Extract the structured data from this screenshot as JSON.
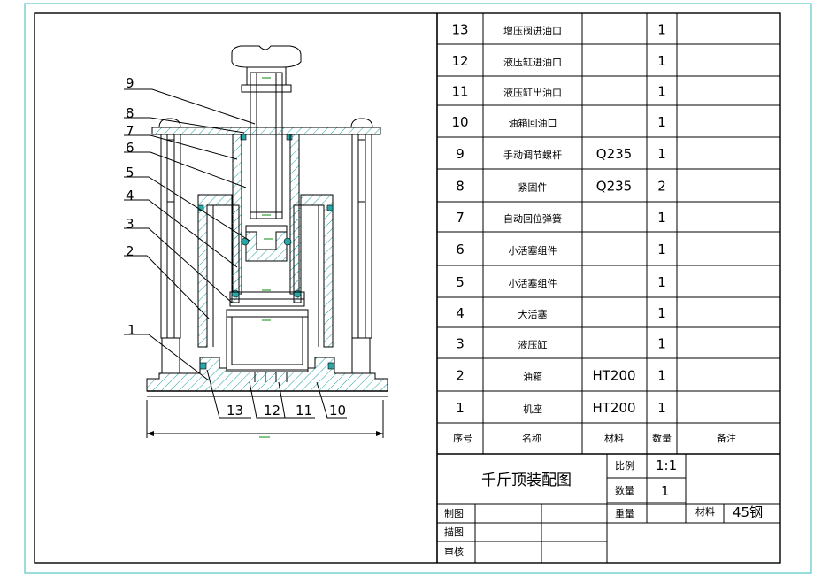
{
  "balloons": [
    "1",
    "2",
    "3",
    "4",
    "5",
    "6",
    "7",
    "8",
    "9",
    "10",
    "11",
    "12",
    "13"
  ],
  "bom": [
    {
      "no": "13",
      "name": "增压阀进油口",
      "material": "",
      "qty": "1",
      "note": ""
    },
    {
      "no": "12",
      "name": "液压缸进油口",
      "material": "",
      "qty": "1",
      "note": ""
    },
    {
      "no": "11",
      "name": "液压缸出油口",
      "material": "",
      "qty": "1",
      "note": ""
    },
    {
      "no": "10",
      "name": "油箱回油口",
      "material": "",
      "qty": "1",
      "note": ""
    },
    {
      "no": "9",
      "name": "手动调节螺杆",
      "material": "Q235",
      "qty": "1",
      "note": ""
    },
    {
      "no": "8",
      "name": "紧固件",
      "material": "Q235",
      "qty": "2",
      "note": ""
    },
    {
      "no": "7",
      "name": "自动回位弹簧",
      "material": "",
      "qty": "1",
      "note": ""
    },
    {
      "no": "6",
      "name": "小活塞组件",
      "material": "",
      "qty": "1",
      "note": ""
    },
    {
      "no": "5",
      "name": "小活塞组件",
      "material": "",
      "qty": "1",
      "note": ""
    },
    {
      "no": "4",
      "name": "大活塞",
      "material": "",
      "qty": "1",
      "note": ""
    },
    {
      "no": "3",
      "name": "液压缸",
      "material": "",
      "qty": "1",
      "note": ""
    },
    {
      "no": "2",
      "name": "油箱",
      "material": "HT200",
      "qty": "1",
      "note": ""
    },
    {
      "no": "1",
      "name": "机座",
      "material": "HT200",
      "qty": "1",
      "note": ""
    }
  ],
  "bom_header": {
    "no": "序号",
    "name": "名称",
    "material": "材料",
    "qty": "数量",
    "note": "备注"
  },
  "title_block": {
    "title": "千斤顶装配图",
    "scale_label": "比例",
    "scale_value": "1:1",
    "qty_label": "数量",
    "qty_value": "1",
    "weight_label": "重量",
    "material_label": "材料",
    "material_value": "45钢",
    "drawn_label": "制图",
    "traced_label": "描图",
    "checked_label": "审核"
  }
}
